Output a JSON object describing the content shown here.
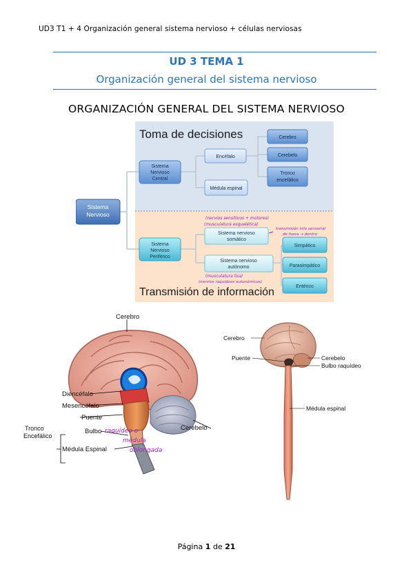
{
  "header": {
    "running_title": "UD3 T1 + 4 Organización general sistema nervioso + células nerviosas"
  },
  "title": {
    "unit": "UD 3 TEMA 1",
    "subtitle": "Organización general del sistema nervioso"
  },
  "section": {
    "heading": "ORGANIZACIÓN GENERAL DEL SISTEMA NERVIOSO"
  },
  "diagram": {
    "top_panel_label": "Toma de decisiones",
    "bottom_panel_label": "Transmisión de información",
    "root": [
      "Sistema",
      "Nervioso"
    ],
    "snc": [
      "Sistema",
      "Nervioso",
      "Central"
    ],
    "snp": [
      "Sistema",
      "Nervioso",
      "Periférico"
    ],
    "encefalo": "Encéfalo",
    "medula": "Médula espinal",
    "cerebro": "Cerebro",
    "cerebelo": "Cerebelo",
    "tronco": [
      "Tronco",
      "encefálico"
    ],
    "somatico": [
      "Sistema nervioso",
      "somático"
    ],
    "autonomo": [
      "Sistema nervioso",
      "autónomo"
    ],
    "simpatico": "Simpático",
    "parasimpatico": "Parasimpático",
    "enterico": "Entérico",
    "notes": {
      "somatic_1": "(nervios sensitivos + motores)",
      "somatic_2": "(musculatura esquelética)",
      "transmission_1": "transmisión info sensorial",
      "transmission_2": "de fuera → dentro",
      "autonomic_1": "(musculatura lisa)",
      "autonomic_2": "(nervios raquídeos autonómicos)"
    },
    "colors": {
      "blue_box": "#8db4e2",
      "cyan_box": "#7fd0e6",
      "top_panel": "#d6e3f0",
      "bottom_panel": "#fde0c8",
      "ink": "#a020c8"
    }
  },
  "brain_left": {
    "cerebro": "Cerebro",
    "diencefalo": "Diencéfalo",
    "mesencefalo": "Mesencéfalo",
    "puente": "Puente",
    "bulbo": "Bulbo",
    "medula": "Médula Espinal",
    "cerebelo": "Cerebelo",
    "tronco": [
      "Tronco",
      "Encefálico"
    ],
    "note_1": "raquídeo o",
    "note_2": "médula",
    "note_3": "oblongada"
  },
  "brain_right": {
    "cerebro": "Cerebro",
    "puente": "Puente",
    "cerebelo": "Cerebelo",
    "bulbo": "Bulbo raquídeo",
    "medula": "Médula espinal"
  },
  "footer": {
    "page_label": "Página",
    "page_num": "1",
    "of_label": "de",
    "page_total": "21"
  }
}
